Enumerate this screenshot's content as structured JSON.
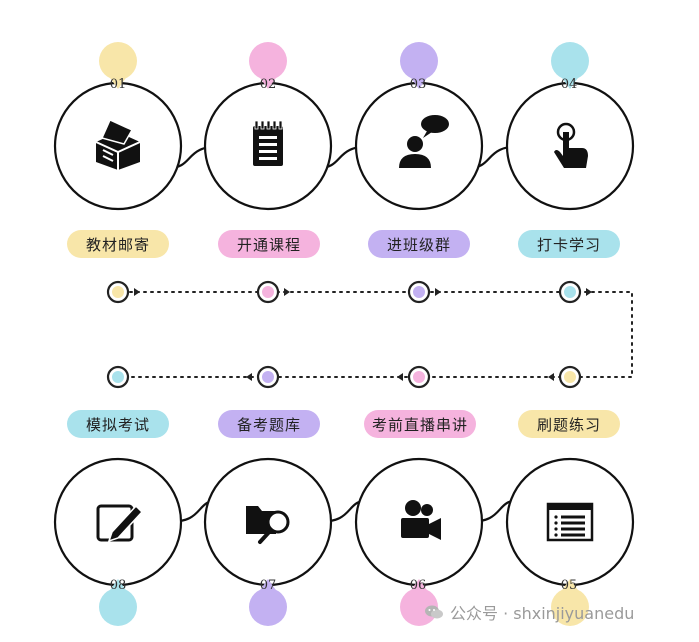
{
  "steps": [
    {
      "num": "01",
      "label": "教材邮寄",
      "color": "#f8e6a9",
      "icon": "package-icon"
    },
    {
      "num": "02",
      "label": "开通课程",
      "color": "#f5b3de",
      "icon": "notepad-icon"
    },
    {
      "num": "03",
      "label": "进班级群",
      "color": "#c3b1f2",
      "icon": "chat-person-icon"
    },
    {
      "num": "04",
      "label": "打卡学习",
      "color": "#a9e2ec",
      "icon": "tap-hand-icon"
    },
    {
      "num": "05",
      "label": "刷题练习",
      "color": "#f8e6a9",
      "icon": "list-window-icon"
    },
    {
      "num": "06",
      "label": "考前直播串讲",
      "color": "#f5b3de",
      "icon": "video-camera-icon"
    },
    {
      "num": "07",
      "label": "备考题库",
      "color": "#c3b1f2",
      "icon": "folder-search-icon"
    },
    {
      "num": "08",
      "label": "模拟考试",
      "color": "#a9e2ec",
      "icon": "edit-pen-icon"
    }
  ],
  "watermark": {
    "text": "公众号 · shxinjiyuanedu",
    "icon": "wechat-icon"
  }
}
